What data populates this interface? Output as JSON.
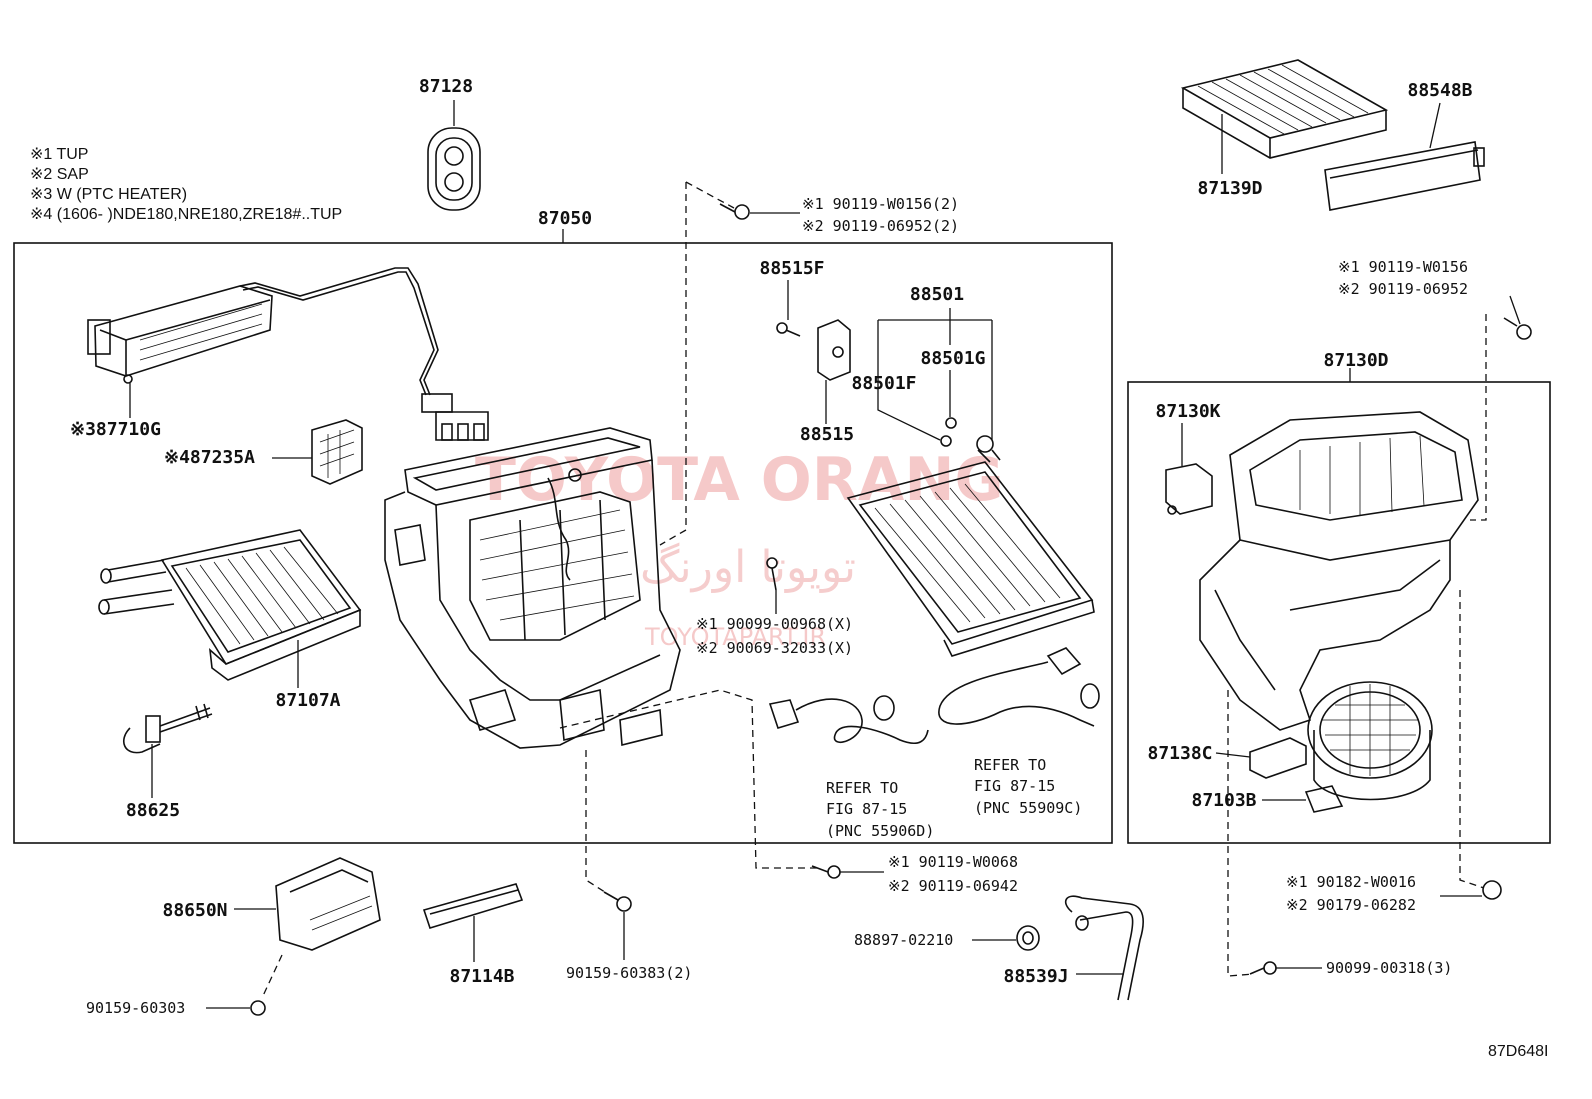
{
  "notes": [
    "※1 TUP",
    "※2 SAP",
    "※3 W (PTC HEATER)",
    "※4 (1606-        )NDE180,NRE180,ZRE18#..TUP"
  ],
  "watermark": {
    "main": "TOYOTA ORANG",
    "persian": "تویوتا اورنگ",
    "site": "TOYOTAPART.IR"
  },
  "diagram_code": "87D648I",
  "labels": [
    {
      "id": "87128",
      "text": "87128"
    },
    {
      "id": "87050",
      "text": "87050"
    },
    {
      "id": "87710G",
      "text": "※387710G"
    },
    {
      "id": "87235A",
      "text": "※487235A"
    },
    {
      "id": "87107A",
      "text": "87107A"
    },
    {
      "id": "88625",
      "text": "88625"
    },
    {
      "id": "88515F",
      "text": "88515F"
    },
    {
      "id": "88515",
      "text": "88515"
    },
    {
      "id": "88501",
      "text": "88501"
    },
    {
      "id": "88501G",
      "text": "88501G"
    },
    {
      "id": "88501F",
      "text": "88501F"
    },
    {
      "id": "87139D",
      "text": "87139D"
    },
    {
      "id": "88548B",
      "text": "88548B"
    },
    {
      "id": "87130D",
      "text": "87130D"
    },
    {
      "id": "87130K",
      "text": "87130K"
    },
    {
      "id": "87138C",
      "text": "87138C"
    },
    {
      "id": "87103B",
      "text": "87103B"
    },
    {
      "id": "88650N",
      "text": "88650N"
    },
    {
      "id": "87114B",
      "text": "87114B"
    },
    {
      "id": "88539J",
      "text": "88539J"
    }
  ],
  "small_labels": [
    {
      "id": "s1",
      "text": "※1 90119-W0156(2)"
    },
    {
      "id": "s2",
      "text": "※2 90119-06952(2)"
    },
    {
      "id": "s3",
      "text": "※1 90119-W0156"
    },
    {
      "id": "s4",
      "text": "※2 90119-06952"
    },
    {
      "id": "s5",
      "text": "※1 90099-00968(X)"
    },
    {
      "id": "s6",
      "text": "※2 90069-32033(X)"
    },
    {
      "id": "s7",
      "text": "REFER TO"
    },
    {
      "id": "s8",
      "text": "FIG 87-15"
    },
    {
      "id": "s9",
      "text": "(PNC 55906D)"
    },
    {
      "id": "s10",
      "text": "REFER TO"
    },
    {
      "id": "s11",
      "text": "FIG 87-15"
    },
    {
      "id": "s12",
      "text": "(PNC 55909C)"
    },
    {
      "id": "s13",
      "text": "※1 90119-W0068"
    },
    {
      "id": "s14",
      "text": "※2 90119-06942"
    },
    {
      "id": "s15",
      "text": "※1 90182-W0016"
    },
    {
      "id": "s16",
      "text": "※2 90179-06282"
    },
    {
      "id": "s17",
      "text": "88897-02210"
    },
    {
      "id": "s18",
      "text": "90159-60383(2)"
    },
    {
      "id": "s19",
      "text": "90159-60303"
    },
    {
      "id": "s20",
      "text": "90099-00318(3)"
    }
  ]
}
